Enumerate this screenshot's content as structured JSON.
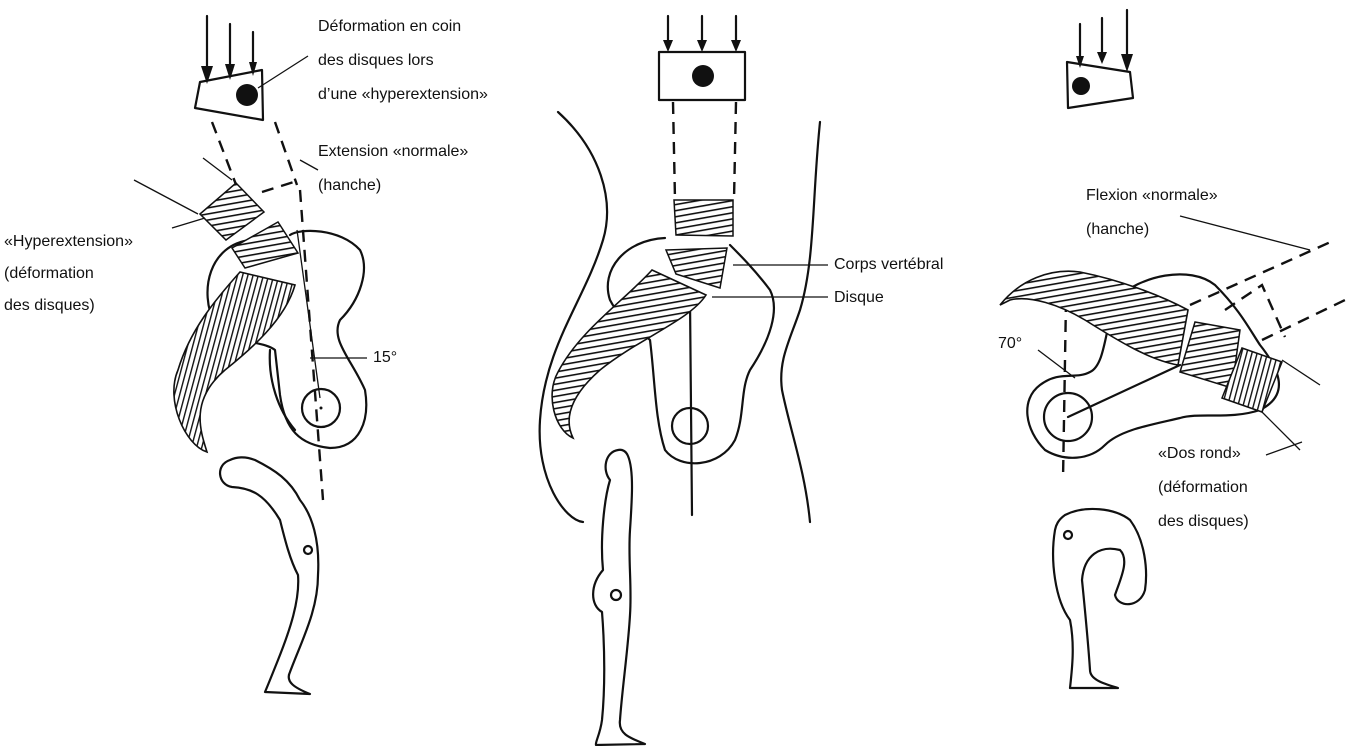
{
  "labels": {
    "wedge_title_1": "Déformation en coin",
    "wedge_title_2": "des disques lors",
    "wedge_title_3": "d’une «hyperextension»",
    "extension_1": "Extension «normale»",
    "extension_2": "(hanche)",
    "hyperextension_1": "«Hyperextension»",
    "hyperextension_2": "(déformation",
    "hyperextension_3": "des disques)",
    "angle_15": "15°",
    "corps_vertebral": "Corps vertébral",
    "disque": "Disque",
    "flexion_1": "Flexion «normale»",
    "flexion_2": "(hanche)",
    "angle_70": "70°",
    "dos_rond_1": "«Dos rond»",
    "dos_rond_2": "(déformation",
    "dos_rond_3": "des disques)"
  }
}
